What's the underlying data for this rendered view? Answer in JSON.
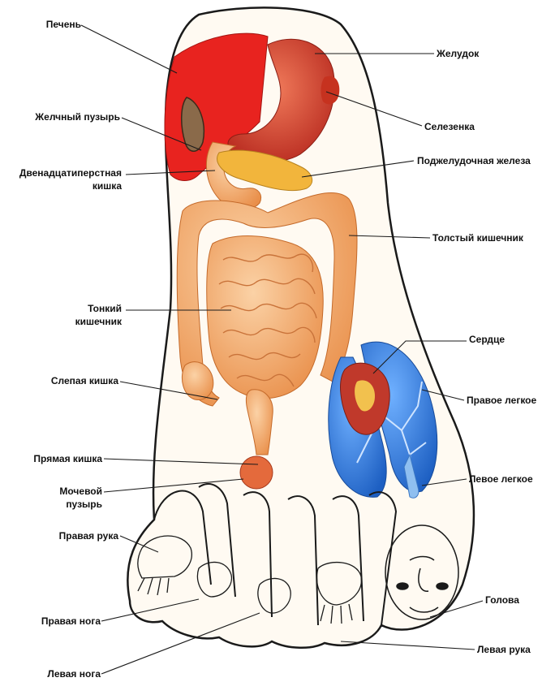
{
  "labels": {
    "liver": "Печень",
    "gallbladder": "Желчный пузырь",
    "duodenum_1": "Двенадцатиперстная",
    "duodenum_2": "кишка",
    "small_int_1": "Тонкий",
    "small_int_2": "кишечник",
    "caecum": "Слепая кишка",
    "rectum": "Прямая кишка",
    "bladder_1": "Мочевой",
    "bladder_2": "пузырь",
    "right_hand": "Правая рука",
    "right_leg": "Правая нога",
    "left_leg": "Левая нога",
    "stomach": "Желудок",
    "spleen": "Селезенка",
    "pancreas": "Поджелудочная железа",
    "large_int": "Толстый кишечник",
    "heart": "Сердце",
    "right_lung": "Правое легкое",
    "left_lung": "Левое легкое",
    "head": "Голова",
    "left_hand": "Левая рука"
  },
  "colors": {
    "liver": "#e8231f",
    "stomach": "#d9402a",
    "intestine": "#f0a15c",
    "pancreas": "#f2b53c",
    "lung": "#2f7fe0",
    "heart": "#c0392b",
    "foot_outline": "#1a1a1a",
    "foot_fill": "#fffaf2"
  }
}
